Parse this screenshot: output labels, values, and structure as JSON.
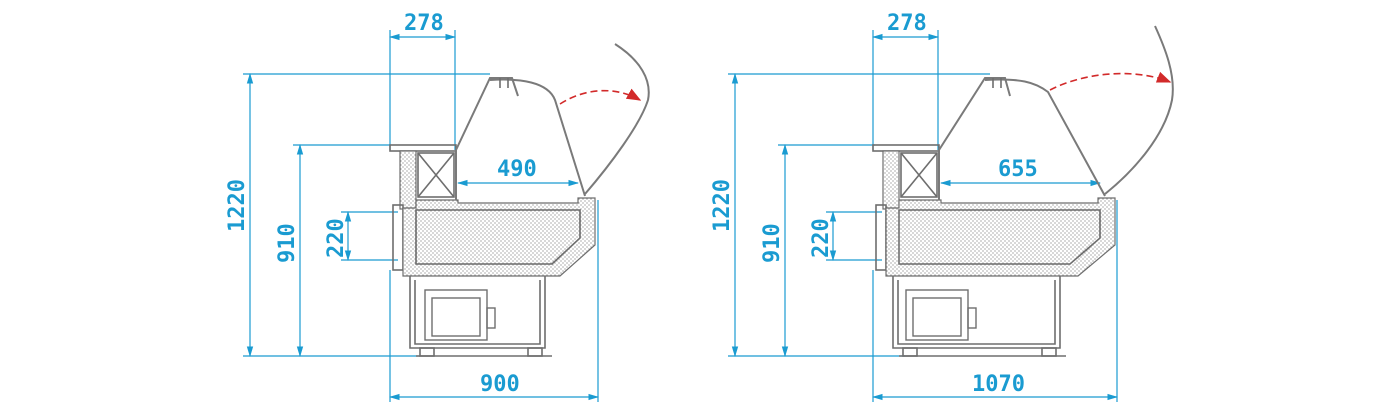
{
  "colors": {
    "dimension": "#1a9bd1",
    "outline": "#6e6e6e",
    "swing_arrow": "#d22a2a"
  },
  "views": [
    {
      "top_depth": "278",
      "inner_depth": "490",
      "total_height": "1220",
      "counter_height": "910",
      "lip_height": "220",
      "total_depth": "900"
    },
    {
      "top_depth": "278",
      "inner_depth": "655",
      "total_height": "1220",
      "counter_height": "910",
      "lip_height": "220",
      "total_depth": "1070"
    }
  ]
}
